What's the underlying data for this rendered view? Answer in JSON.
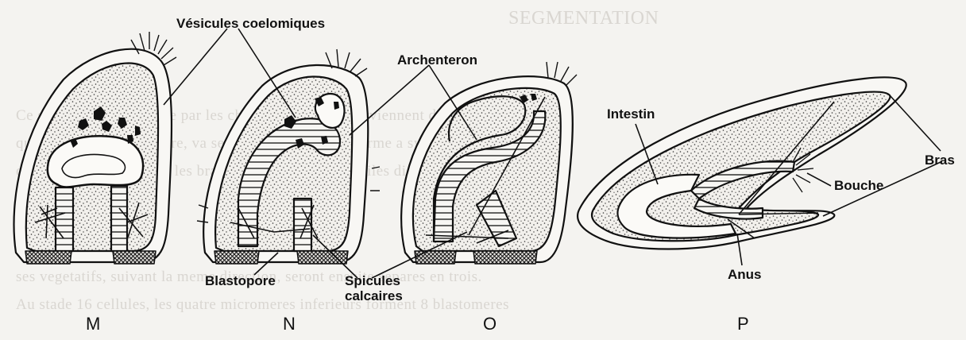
{
  "labels": {
    "vesicules": "Vésicules coelomiques",
    "archenteron": "Archenteron",
    "intestin": "Intestin",
    "bras": "Bras",
    "bouche": "Bouche",
    "anus": "Anus",
    "blastopore": "Blastopore",
    "spicules_line1": "Spicules",
    "spicules_line2": "calcaires"
  },
  "stages": [
    "M",
    "N",
    "O",
    "P"
  ],
  "colors": {
    "ink": "#111111",
    "paper": "#f4f3f0",
    "ghost_text": "#d9d6d1"
  }
}
